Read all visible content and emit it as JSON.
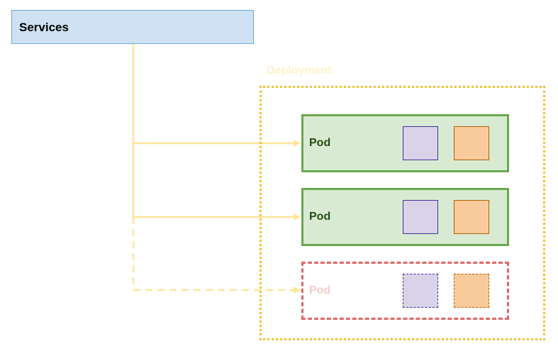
{
  "services": {
    "label": "Services"
  },
  "deployment": {
    "label": "Deployment"
  },
  "pods": [
    {
      "label": "Pod",
      "state": "running"
    },
    {
      "label": "Pod",
      "state": "running"
    },
    {
      "label": "Pod",
      "state": "pending"
    }
  ],
  "colors": {
    "services_fill": "#cfe2f3",
    "services_border": "#6fa8dc",
    "connector": "#ffe599",
    "deployment_border": "#f1c232",
    "pod_fill": "#d9ead3",
    "pod_border": "#6aa84f",
    "pending_border": "#e06666",
    "container_purple": "#d9d2e9",
    "container_orange": "#f9cb9c"
  }
}
